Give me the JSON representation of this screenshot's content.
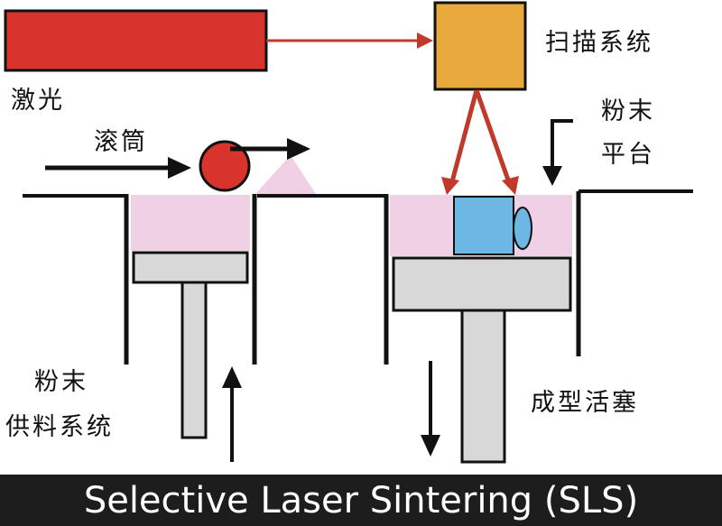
{
  "labels": {
    "laser": "激光",
    "scan_system": "扫描系统",
    "roller": "滚筒",
    "powder_platform_line1": "粉末",
    "powder_platform_line2": "平台",
    "powder_supply_line1": "粉末",
    "powder_supply_line2": "供料系统",
    "build_piston": "成型活塞"
  },
  "caption": "Selective Laser Sintering (SLS)",
  "colors": {
    "laser": "#d8342c",
    "scanner": "#e9a93c",
    "powder": "#efd0e4",
    "part": "#6db7e4",
    "piston": "#d8d8d8",
    "beam": "#c0392b",
    "outline": "#111111",
    "caption_bar": "#1d1d1d",
    "caption_text": "#ffffff"
  }
}
